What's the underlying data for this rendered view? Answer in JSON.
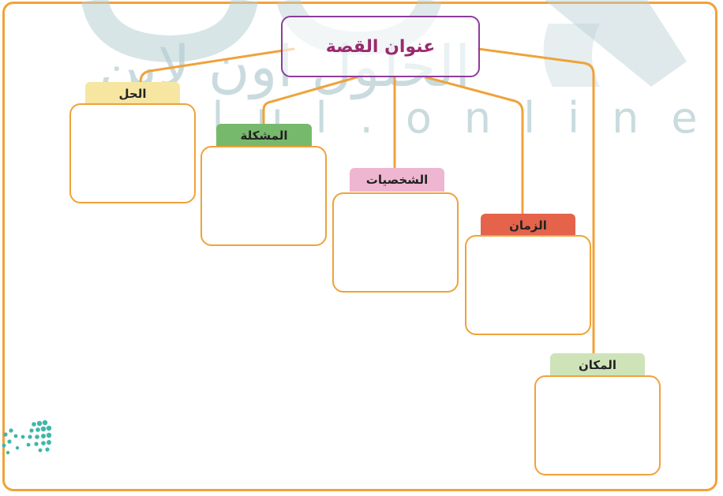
{
  "watermark": {
    "arabic_text": "الحلول اون لاين",
    "latin_text": "hulul.online"
  },
  "title": "عنوان القصة",
  "categories": [
    {
      "id": "solution",
      "label": "الحل",
      "color": "#f6e6a2"
    },
    {
      "id": "problem",
      "label": "المشكلة",
      "color": "#77b96c"
    },
    {
      "id": "characters",
      "label": "الشخصيات",
      "color": "#efb6d2"
    },
    {
      "id": "time",
      "label": "الزمان",
      "color": "#e4634a"
    },
    {
      "id": "place",
      "label": "المكان",
      "color": "#cfe3b9"
    }
  ],
  "colors": {
    "frame": "#f0a23a",
    "connector": "#f0a23a",
    "title_border": "#8c3d9b",
    "title_text": "#9a2a6e",
    "logo_dots": "#3fb6a8"
  }
}
